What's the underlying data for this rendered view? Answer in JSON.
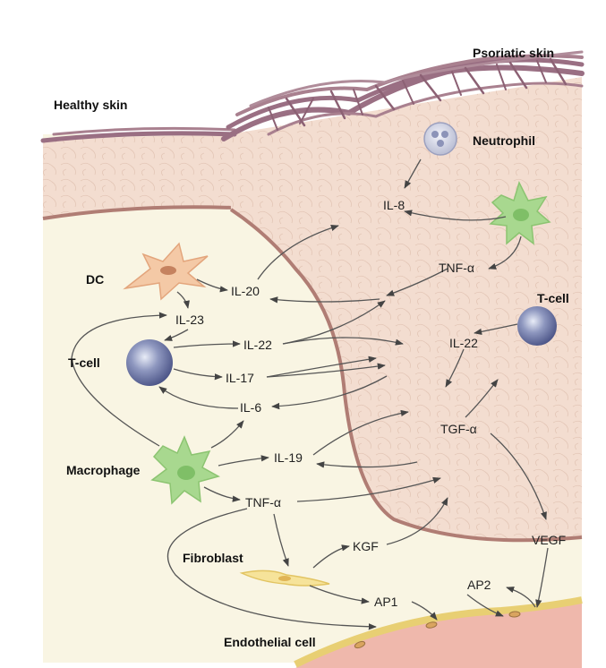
{
  "regions": {
    "healthy": "Healthy skin",
    "psoriatic": "Psoriatic skin"
  },
  "cells": {
    "neutrophil": "Neutrophil",
    "dc": "DC",
    "tcell_left": "T-cell",
    "tcell_right": "T-cell",
    "macrophage": "Macrophage",
    "fibroblast": "Fibroblast",
    "endothelial": "Endothelial cell"
  },
  "mediators": {
    "il8": "IL-8",
    "tnfa_top": "TNF-α",
    "il20": "IL-20",
    "il23": "IL-23",
    "il22_left": "IL-22",
    "il22_right": "IL-22",
    "il17": "IL-17",
    "il6": "IL-6",
    "tgfa": "TGF-α",
    "il19": "IL-19",
    "tnfa_bottom": "TNF-α",
    "kgf": "KGF",
    "vegf": "VEGF",
    "ap2": "AP2",
    "ap1": "AP1"
  },
  "colors": {
    "dermis": "#f9f5e3",
    "epidermis": "#f3ddd0",
    "border": "#b07d74",
    "collagen": "#9a6f83",
    "vessel": "#efb8ac",
    "arrow": "#555555",
    "macrophage": "#9ccf84",
    "tcell": "#7d86ad"
  }
}
